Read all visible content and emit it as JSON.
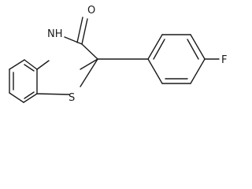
{
  "structure": {
    "atom_labels": {
      "nh": "NH",
      "o": "O",
      "s": "S",
      "f": "F"
    }
  }
}
